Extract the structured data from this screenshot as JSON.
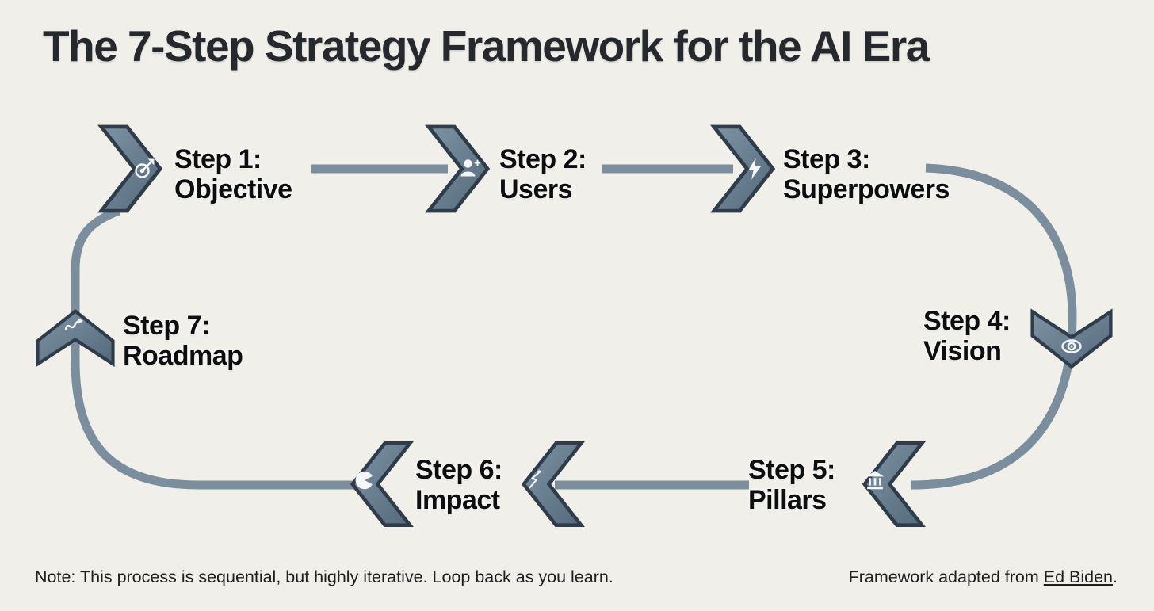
{
  "title": "The 7-Step Strategy Framework for the AI Era",
  "steps": [
    {
      "line1": "Step 1:",
      "line2": "Objective",
      "icon": "target-goal-icon"
    },
    {
      "line1": "Step 2:",
      "line2": "Users",
      "icon": "user-icon"
    },
    {
      "line1": "Step 3:",
      "line2": "Superpowers",
      "icon": "lightning-icon"
    },
    {
      "line1": "Step 4:",
      "line2": "Vision",
      "icon": "eye-icon"
    },
    {
      "line1": "Step 5:",
      "line2": "Pillars",
      "icon": "bank-columns-icon"
    },
    {
      "line1": "Step 6:",
      "line2": "Impact",
      "icon": "impact-zigzag-icon",
      "secondary_icon": "pie-chart-icon"
    },
    {
      "line1": "Step 7:",
      "line2": "Roadmap",
      "icon": "route-squiggle-icon"
    }
  ],
  "footer": {
    "note": "Note: This process is sequential, but highly iterative. Loop back as you learn.",
    "attribution_prefix": "Framework adapted from ",
    "attribution_link_text": "Ed Biden",
    "attribution_suffix": "."
  },
  "colors": {
    "background": "#f1efe9",
    "chevron_fill": "#5e7484",
    "chevron_fill_light": "#7e93a3",
    "chevron_stroke": "#2e3d49",
    "connector": "#7b8e9d",
    "title_text": "#25292e",
    "label_text": "#0d0e10",
    "footer_text": "#1e1f21",
    "icon": "#f4f6f7"
  }
}
